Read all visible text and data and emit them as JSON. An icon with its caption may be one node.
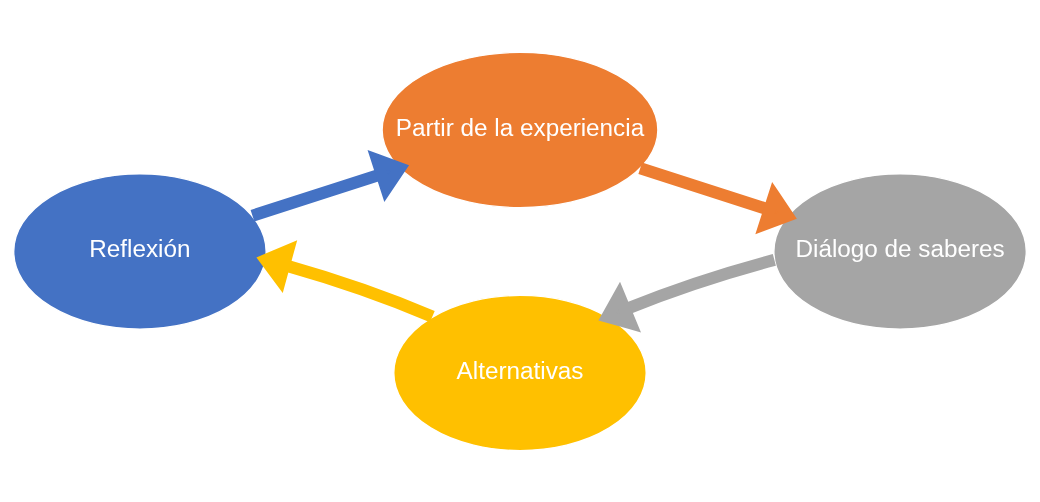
{
  "diagram": {
    "nodes": [
      {
        "text": [
          "Partir de la experiencia"
        ]
      },
      {
        "text": [
          "Reflexión"
        ]
      },
      {
        "text": [
          "Diálogo de saberes"
        ]
      },
      {
        "text": [
          "Alternativas"
        ]
      }
    ],
    "edges": [
      {
        "from": 1,
        "to": 0,
        "arrow": "to",
        "color": "#4472c4"
      },
      {
        "from": 0,
        "to": 2,
        "arrow": "to",
        "color": "#ed7d31"
      },
      {
        "from": 2,
        "to": 3,
        "arrow": "to",
        "color": "#a5a5a5"
      },
      {
        "from": 3,
        "to": 1,
        "arrow": "to",
        "color": "#ffc000"
      }
    ]
  }
}
